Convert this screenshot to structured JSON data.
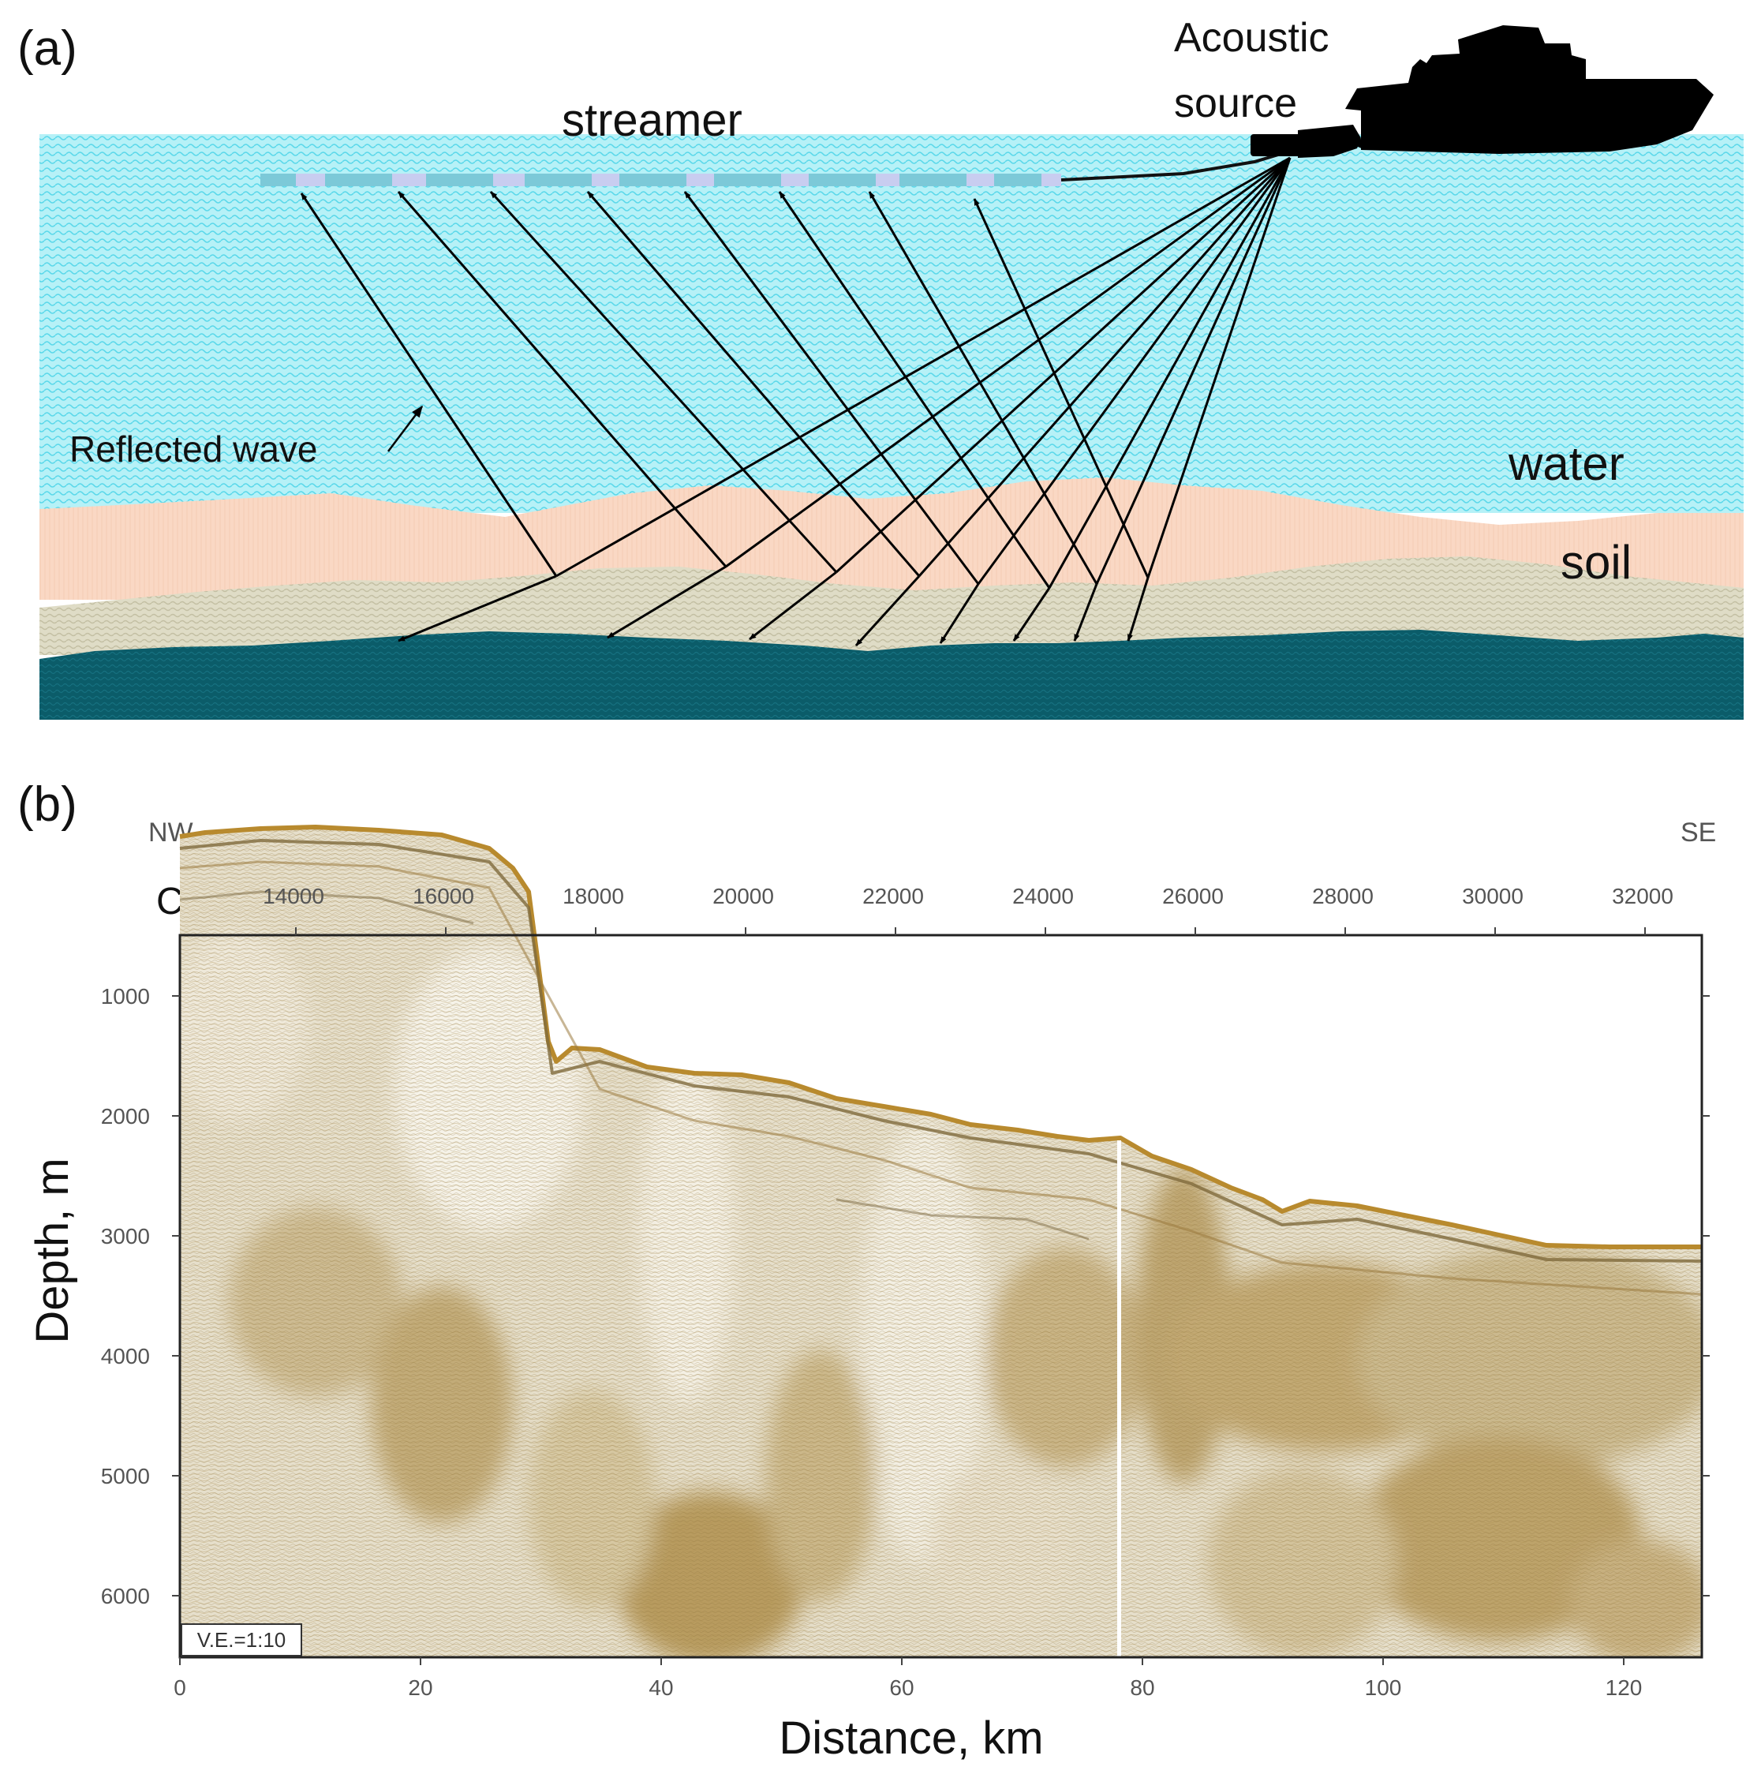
{
  "panel_a": {
    "panel_label": "(a)",
    "labels": {
      "streamer": "streamer",
      "source_line1": "Acoustic",
      "source_line2": "source",
      "reflected_wave": "Reflected wave",
      "water": "water",
      "soil": "soil"
    },
    "colors": {
      "water": "#b6f1f7",
      "water_pattern": "#52d7e8",
      "soil": "#fad8c4",
      "sediment": "#dedcc6",
      "bedrock": "#0c5c6a",
      "streamer_dark": "#7cc9d8",
      "streamer_light": "#c8cdf0",
      "ray": "#000000",
      "ship": "#000000"
    }
  },
  "panel_b": {
    "panel_label": "(b)",
    "direction_left": "NW",
    "direction_right": "SE",
    "top_axis_label": "CDP",
    "top_axis_ticks": [
      "14000",
      "16000",
      "18000",
      "20000",
      "22000",
      "24000",
      "26000",
      "28000",
      "30000",
      "32000"
    ],
    "x_axis_label": "Distance, km",
    "x_axis_ticks": [
      "0",
      "20",
      "40",
      "60",
      "80",
      "100",
      "120"
    ],
    "y_axis_label": "Depth, m",
    "y_axis_ticks": [
      "1000",
      "2000",
      "3000",
      "4000",
      "5000",
      "6000"
    ],
    "annotation": "V.E.=1:10",
    "colors": {
      "seismic_base": "#e9e3d1",
      "seismic_mid": "#c9b88f",
      "seismic_dark": "#a6884a",
      "reflector": "#b88a2e"
    }
  }
}
